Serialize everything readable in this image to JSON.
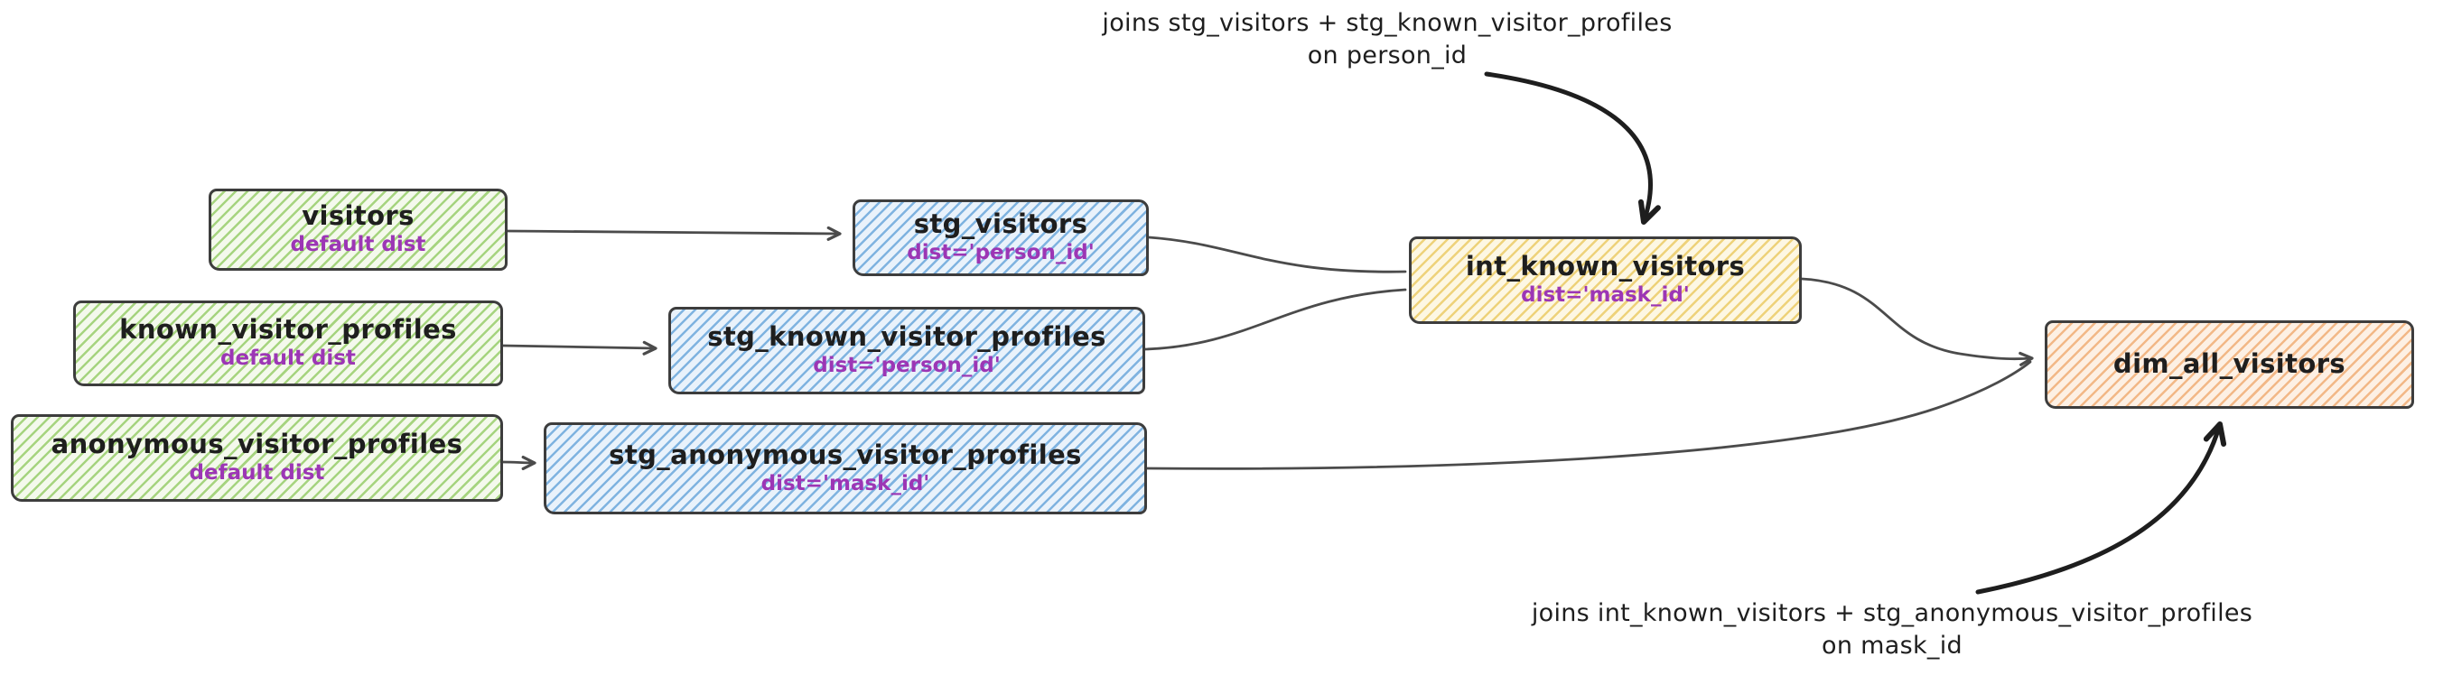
{
  "diagram": {
    "nodes": {
      "visitors": {
        "label": "visitors",
        "sublabel": "default dist",
        "kind": "source"
      },
      "known_visitor_profiles": {
        "label": "known_visitor_profiles",
        "sublabel": "default dist",
        "kind": "source"
      },
      "anonymous_visitor_profiles": {
        "label": "anonymous_visitor_profiles",
        "sublabel": "default dist",
        "kind": "source"
      },
      "stg_visitors": {
        "label": "stg_visitors",
        "sublabel": "dist='person_id'",
        "kind": "staging"
      },
      "stg_known_visitor_profiles": {
        "label": "stg_known_visitor_profiles",
        "sublabel": "dist='person_id'",
        "kind": "staging"
      },
      "stg_anonymous_visitor_profiles": {
        "label": "stg_anonymous_visitor_profiles",
        "sublabel": "dist='mask_id'",
        "kind": "staging"
      },
      "int_known_visitors": {
        "label": "int_known_visitors",
        "sublabel": "dist='mask_id'",
        "kind": "intermediate"
      },
      "dim_all_visitors": {
        "label": "dim_all_visitors",
        "sublabel": "",
        "kind": "mart"
      }
    },
    "edges": [
      {
        "from": "visitors",
        "to": "stg_visitors"
      },
      {
        "from": "known_visitor_profiles",
        "to": "stg_known_visitor_profiles"
      },
      {
        "from": "anonymous_visitor_profiles",
        "to": "stg_anonymous_visitor_profiles"
      },
      {
        "from": "stg_visitors",
        "to": "int_known_visitors"
      },
      {
        "from": "stg_known_visitor_profiles",
        "to": "int_known_visitors"
      },
      {
        "from": "int_known_visitors",
        "to": "dim_all_visitors"
      },
      {
        "from": "stg_anonymous_visitor_profiles",
        "to": "dim_all_visitors"
      }
    ],
    "annotations": {
      "top": {
        "line1": "joins stg_visitors + stg_known_visitor_profiles",
        "line2": "on person_id",
        "arrow_target": "int_known_visitors"
      },
      "bottom": {
        "line1": "joins int_known_visitors + stg_anonymous_visitor_profiles",
        "line2": "on mask_id",
        "arrow_target": "dim_all_visitors"
      }
    },
    "colors": {
      "source_bg": "#f4f9ec",
      "source_hatch": "#a6d47f",
      "staging_bg": "#e9f2fb",
      "staging_hatch": "#7fb3e0",
      "intermediate_bg": "#fdf7e3",
      "intermediate_hatch": "#eed27a",
      "mart_bg": "#fdf0e4",
      "mart_hatch": "#f2b887",
      "node_stroke": "#3d3d3d",
      "edge_stroke": "#4b4b4b",
      "text": "#1e1e1e",
      "sublabel_text": "#9c36b5"
    }
  }
}
